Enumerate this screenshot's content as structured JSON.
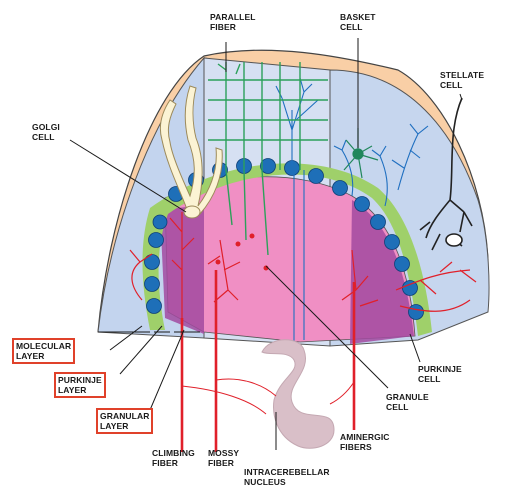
{
  "labels": {
    "parallel_fiber": "PARALLEL\nFIBER",
    "basket_cell": "BASKET\nCELL",
    "stellate_cell": "STELLATE\nCELL",
    "golgi_cell": "GOLGI\nCELL",
    "molecular_layer": "MOLECULAR\nLAYER",
    "purkinje_layer": "PURKINJE\nLAYER",
    "granular_layer": "GRANULAR\nLAYER",
    "climbing_fiber": "CLIMBING\nFIBER",
    "mossy_fiber": "MOSSY\nFIBER",
    "intracerebellar_nucleus": "INTRACEREBELLAR\nNUCLEUS",
    "aminergic_fibers": "AMINERGIC\nFIBERS",
    "purkinje_cell": "PURKINJE\nCELL",
    "granule_cell": "GRANULE\nCELL"
  },
  "colors": {
    "surface": "#f9cfa6",
    "molecular": "#c3d4ee",
    "purkinje_band": "#9fd06a",
    "granular": "#f08fc4",
    "granular_dark": "#a24aa0",
    "purkinje_soma": "#1e6fb8",
    "climbing_fiber": "#e0202a",
    "parallel_fiber": "#2ca05a",
    "golgi": "#fbf3d4",
    "nucleus": "#d9bfc8",
    "highlight_box": "#e0412a"
  }
}
